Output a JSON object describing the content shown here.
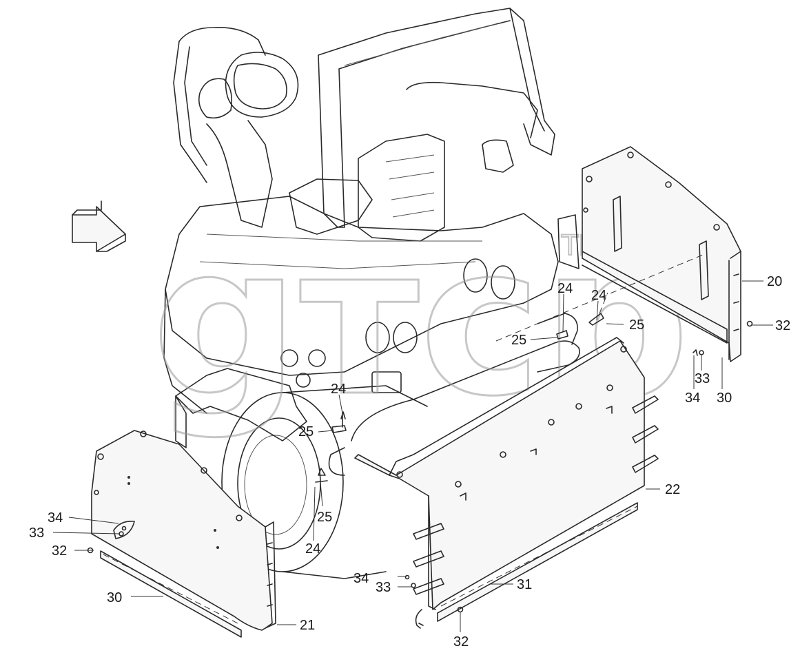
{
  "watermark": {
    "text": "gтср",
    "tm": "TM"
  },
  "callouts": [
    {
      "id": "c20",
      "label": "20"
    },
    {
      "id": "c21",
      "label": "21"
    },
    {
      "id": "c22",
      "label": "22"
    },
    {
      "id": "c24a",
      "label": "24"
    },
    {
      "id": "c24b",
      "label": "24"
    },
    {
      "id": "c24c",
      "label": "24"
    },
    {
      "id": "c24d",
      "label": "24"
    },
    {
      "id": "c25a",
      "label": "25"
    },
    {
      "id": "c25b",
      "label": "25"
    },
    {
      "id": "c25c",
      "label": "25"
    },
    {
      "id": "c25d",
      "label": "25"
    },
    {
      "id": "c30a",
      "label": "30"
    },
    {
      "id": "c30b",
      "label": "30"
    },
    {
      "id": "c31",
      "label": "31"
    },
    {
      "id": "c32a",
      "label": "32"
    },
    {
      "id": "c32b",
      "label": "32"
    },
    {
      "id": "c32c",
      "label": "32"
    },
    {
      "id": "c33a",
      "label": "33"
    },
    {
      "id": "c33b",
      "label": "33"
    },
    {
      "id": "c33c",
      "label": "33"
    },
    {
      "id": "c34a",
      "label": "34"
    },
    {
      "id": "c34b",
      "label": "34"
    },
    {
      "id": "c34c",
      "label": "34"
    }
  ]
}
